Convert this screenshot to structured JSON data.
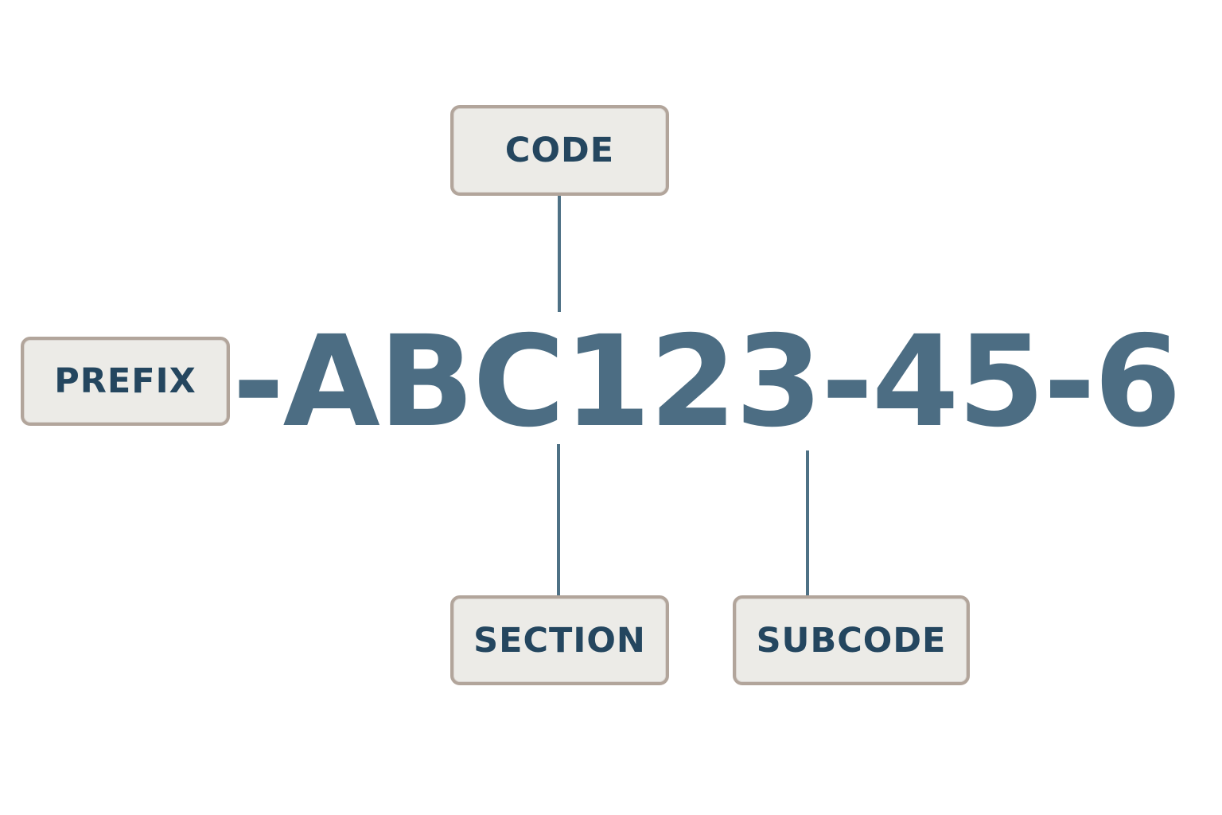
{
  "diagram": {
    "code_string": "-ABC123-45-6",
    "labels": {
      "code": "CODE",
      "prefix": "PREFIX",
      "section": "SECTION",
      "subcode": "SUBCODE"
    },
    "colors": {
      "code_text": "#4c6d83",
      "label_text": "#24465f",
      "box_fill": "#ecebe7",
      "box_border": "#b2a59b",
      "connector": "#4e7185"
    }
  }
}
